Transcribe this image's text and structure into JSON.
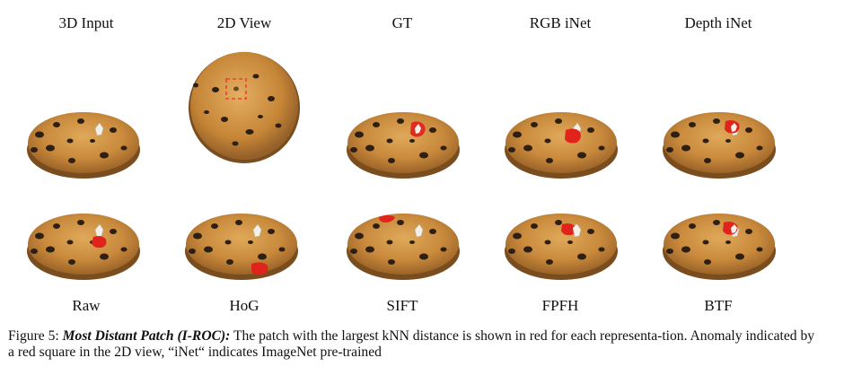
{
  "figure": {
    "column_headers": [
      "3D Input",
      "2D View",
      "GT",
      "RGB iNet",
      "Depth iNet"
    ],
    "row_footers": [
      "Raw",
      "HoG",
      "SIFT",
      "FPFH",
      "BTF"
    ],
    "caption": {
      "label": "Figure 5:",
      "title": "Most Distant Patch (I-ROC):",
      "text": " The patch with the largest kNN distance is shown in red for each representa-tion. Anomaly indicated by a red square in the 2D view, “iNet“ indicates ImageNet pre-trained"
    }
  },
  "colors": {
    "cookie": "#c98a3c",
    "cookie_dark": "#8f5a22",
    "chip": "#2e1f15",
    "highlight": "#e0241b",
    "anomaly_box": "#e8442a"
  }
}
